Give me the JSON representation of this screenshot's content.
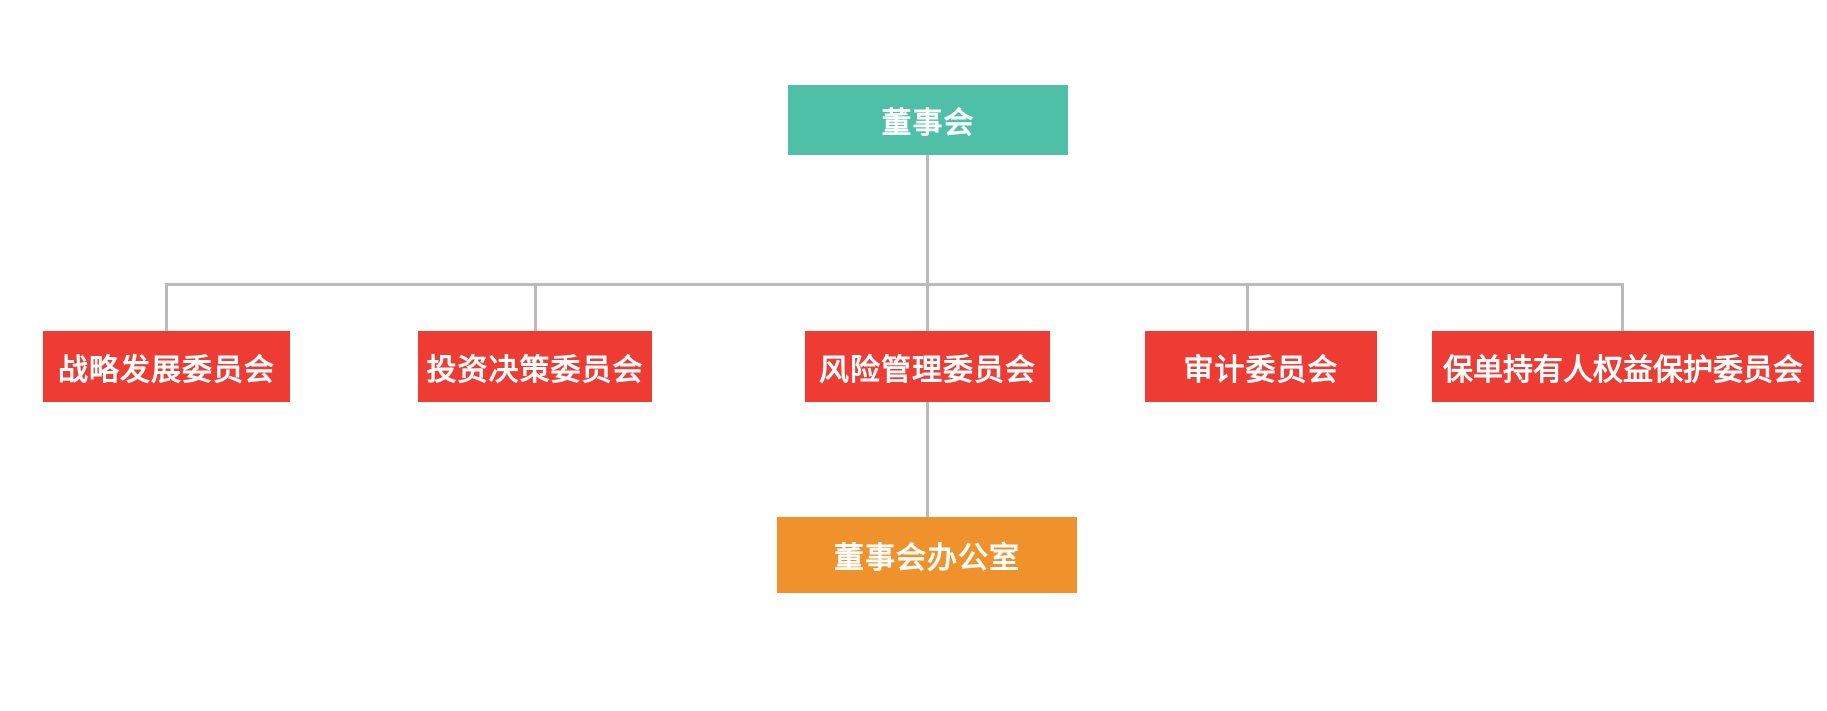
{
  "diagram": {
    "type": "org-chart",
    "background": "#ffffff",
    "line_color": "#bbbbbb",
    "text_color": "#ffffff",
    "root": {
      "id": "board",
      "label": "董事会",
      "color": "#4ec0a8"
    },
    "committees": [
      {
        "id": "strategy",
        "label": "战略发展委员会",
        "color": "#ee3b33"
      },
      {
        "id": "investment",
        "label": "投资决策委员会",
        "color": "#ee3b33"
      },
      {
        "id": "risk",
        "label": "风险管理委员会",
        "color": "#ee3b33"
      },
      {
        "id": "audit",
        "label": "审计委员会",
        "color": "#ee3b33"
      },
      {
        "id": "policyholder",
        "label": "保单持有人权益保护委员会",
        "color": "#ee3b33"
      }
    ],
    "office": {
      "id": "board-office",
      "label": "董事会办公室",
      "color": "#f0922b"
    },
    "edges": [
      {
        "from": "board",
        "to": "strategy"
      },
      {
        "from": "board",
        "to": "investment"
      },
      {
        "from": "board",
        "to": "risk"
      },
      {
        "from": "board",
        "to": "audit"
      },
      {
        "from": "board",
        "to": "policyholder"
      },
      {
        "from": "risk",
        "to": "board-office"
      }
    ]
  }
}
